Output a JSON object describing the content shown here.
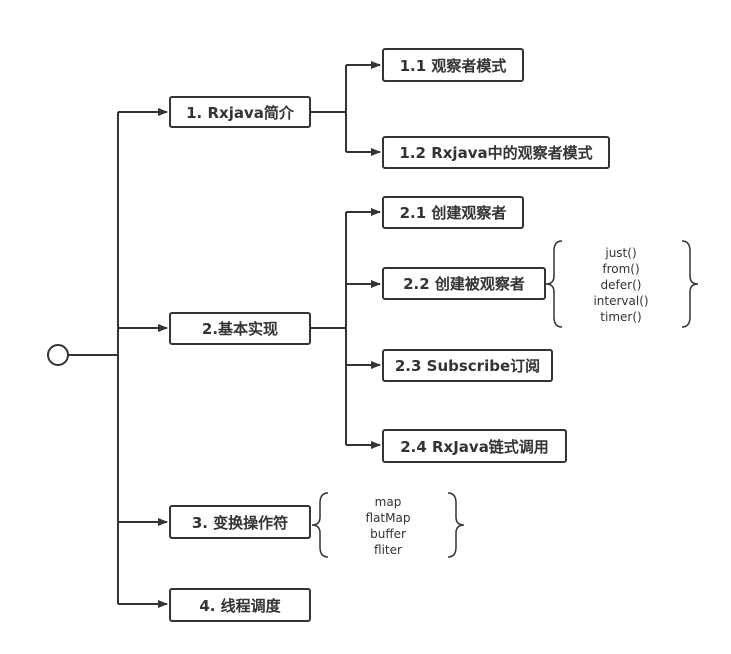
{
  "colors": {
    "line": "#333333",
    "text": "#333333",
    "background": "#ffffff"
  },
  "root": {
    "icon": "circle-root-icon"
  },
  "sections": [
    {
      "label": "1. Rxjava简介",
      "children": [
        {
          "label": "1.1 观察者模式"
        },
        {
          "label": "1.2 Rxjava中的观察者模式"
        }
      ]
    },
    {
      "label": "2.基本实现",
      "children": [
        {
          "label": "2.1 创建观察者"
        },
        {
          "label": "2.2 创建被观察者",
          "list": [
            "just()",
            "from()",
            "defer()",
            "interval()",
            "timer()"
          ]
        },
        {
          "label": "2.3 Subscribe订阅"
        },
        {
          "label": "2.4 RxJava链式调用"
        }
      ]
    },
    {
      "label": "3. 变换操作符",
      "list": [
        "map",
        "flatMap",
        "buffer",
        "fliter"
      ]
    },
    {
      "label": "4. 线程调度"
    }
  ]
}
